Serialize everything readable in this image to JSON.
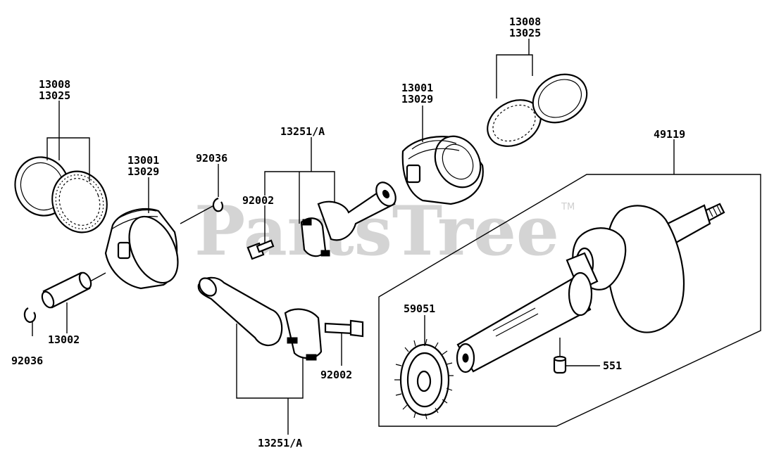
{
  "watermark": {
    "text": "PartsTree",
    "trademark": "TM"
  },
  "colors": {
    "ink": "#000000",
    "watermark": "#d4d4d4",
    "background": "#ffffff"
  },
  "callouts": {
    "rings_left_a": "13008",
    "rings_left_b": "13025",
    "piston_left_a": "13001",
    "piston_left_b": "13029",
    "clip_upper": "92036",
    "clip_lower": "92036",
    "pin": "13002",
    "rod_upper": "13251/A",
    "bolt_upper": "92002",
    "piston_right_a": "13001",
    "piston_right_b": "13029",
    "rings_right_a": "13008",
    "rings_right_b": "13025",
    "crankshaft": "49119",
    "gear": "59051",
    "dowel": "551",
    "bolt_lower": "92002",
    "rod_lower": "13251/A"
  }
}
